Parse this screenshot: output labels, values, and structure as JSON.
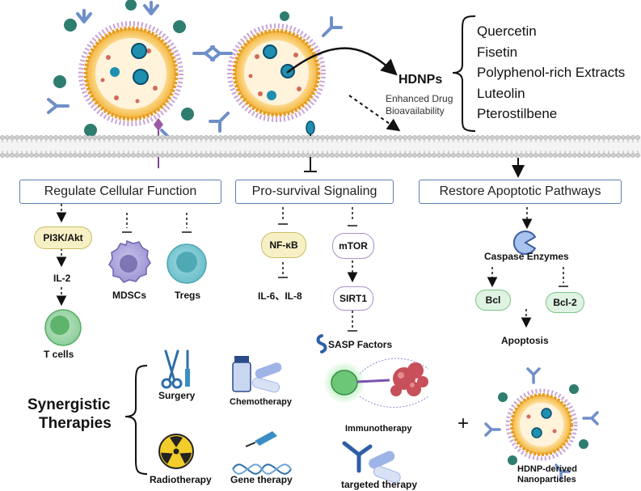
{
  "hdnps": {
    "title": "HDNPs",
    "subtitle_line1": "Enhanced Drug",
    "subtitle_line2": "Bioavailability",
    "compounds": [
      "Quercetin",
      "Fisetin",
      "Polyphenol-rich Extracts",
      "Luteolin",
      "Pterostilbene"
    ]
  },
  "sections": {
    "regulate": "Regulate Cellular Function",
    "prosurvival": "Pro-survival Signaling",
    "apoptotic": "Restore Apoptotic Pathways"
  },
  "regulate": {
    "pi3k": "PI3K/Akt",
    "il2": "IL-2",
    "tcells": "T cells",
    "mdscs": "MDSCs",
    "tregs": "Tregs"
  },
  "prosurvival": {
    "nfkb": "NF-κB",
    "il6": "IL-6、IL-8",
    "mtor": "mTOR",
    "sirt1": "SIRT1",
    "sasp": "SASP Factors"
  },
  "apoptotic": {
    "caspase": "Caspase Enzymes",
    "bcl": "Bcl",
    "bcl2": "Bcl-2",
    "apoptosis": "Apoptosis"
  },
  "therapies": {
    "title_line1": "Synergistic",
    "title_line2": "Therapies",
    "surgery": "Surgery",
    "chemo": "Chemotherapy",
    "immuno": "Immunotherapy",
    "radio": "Radiotherapy",
    "gene": "Gene therapy",
    "targeted": "targeted therapy",
    "plus": "+",
    "hdnp_line1": "HDNP-derived",
    "hdnp_line2": "Nanoparticles"
  },
  "colors": {
    "box_border": "#5b7fb0",
    "pi3k_fill": "#f7f0c4",
    "nfkb_fill": "#f7f0c4",
    "mtor_border": "#a98fc9",
    "bcl_fill": "#dff3e2",
    "nanoparticle_shell": "#f2b233",
    "antibody": "#6f8fc8",
    "teal_sphere": "#2e7d6e"
  }
}
